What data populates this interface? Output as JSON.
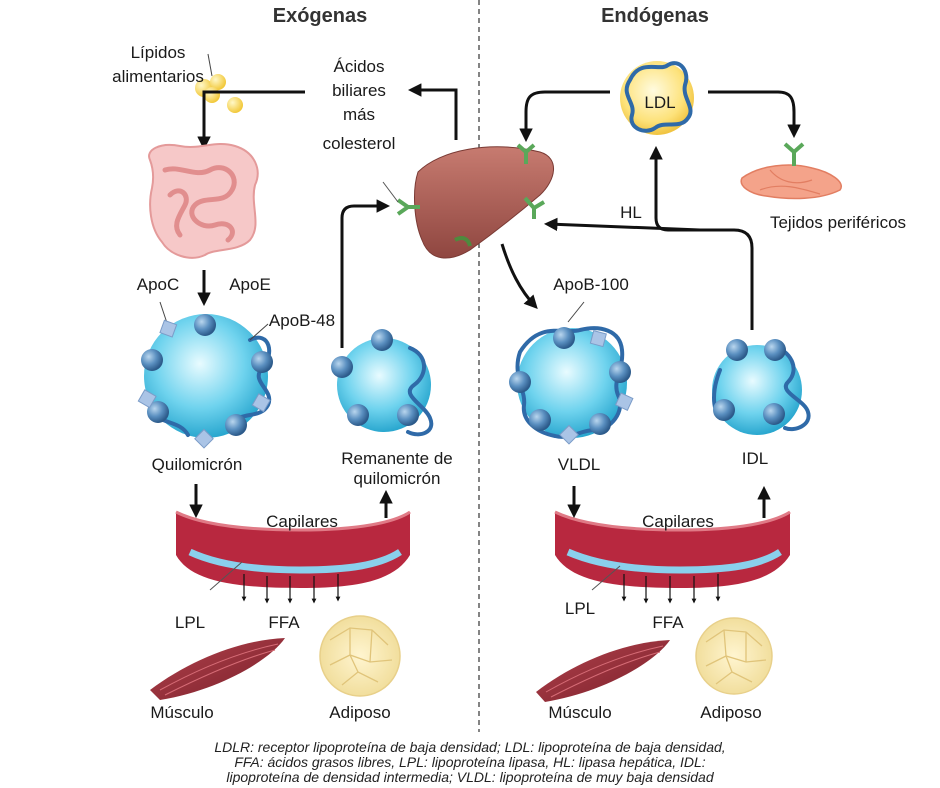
{
  "headers": {
    "left": "Exógenas",
    "right": "Endógenas"
  },
  "labels": {
    "lipidos_1": "Lípidos",
    "lipidos_2": "alimentarios",
    "acidos_1": "Ácidos",
    "acidos_2": "biliares",
    "acidos_3": "más",
    "acidos_4": "colesterol",
    "apoc": "ApoC",
    "apoe": "ApoE",
    "apob48": "ApoB-48",
    "quilomicron": "Quilomicrón",
    "remanente_1": "Remanente de",
    "remanente_2": "quilomicrón",
    "capilares_left": "Capilares",
    "lpl_left": "LPL",
    "ffa_left": "FFA",
    "musculo_left": "Músculo",
    "adiposo_left": "Adiposo",
    "ldl": "LDL",
    "hl": "HL",
    "tejidos": "Tejidos periféricos",
    "apob100": "ApoB-100",
    "vldl": "VLDL",
    "idl": "IDL",
    "capilares_right": "Capilares",
    "lpl_right": "LPL",
    "ffa_right": "FFA",
    "musculo_right": "Músculo",
    "adiposo_right": "Adiposo"
  },
  "caption": {
    "line1": "LDLR: receptor lipoproteína de baja densidad; LDL: lipoproteína de baja densidad,",
    "line2": "FFA: ácidos grasos libres, LPL: lipoproteína lipasa, HL: lipasa hepática, IDL:",
    "line3": "lipoproteína de densidad intermedia; VLDL: lipoproteína de muy baja densidad"
  },
  "colors": {
    "particle": "#5ec9e6",
    "apoprotein": "#4f86b8",
    "protein_strand": "#2f6aa8",
    "liver": "#b0625a",
    "capillary": "#b8283f",
    "receptor": "#5aa85a",
    "muscle": "#9a2a36",
    "adipose": "#f3e4a8"
  }
}
